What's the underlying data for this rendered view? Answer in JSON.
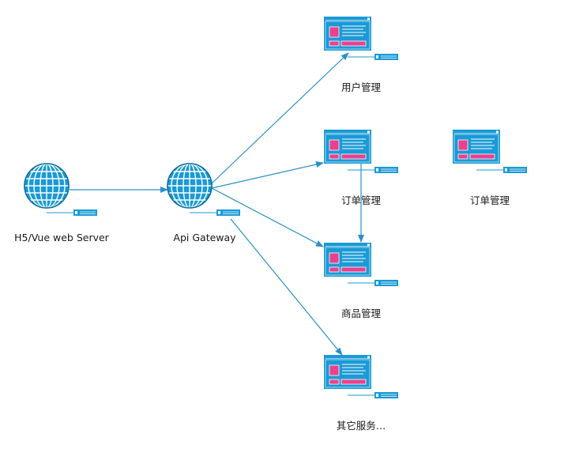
{
  "colors": {
    "primary": "#1a9ad6",
    "edge": "#2a8fc7",
    "globe_dark": "#0f6f9f",
    "accent_pink": "#e8418d",
    "line_white": "#ffffff",
    "text": "#1a1a1a"
  },
  "nodes": {
    "web_server": {
      "label": "H5/Vue web Server",
      "icon": "globe-icon"
    },
    "api_gateway": {
      "label": "Api Gateway",
      "icon": "globe-icon"
    },
    "user_mgmt": {
      "label": "用户管理",
      "icon": "web-page-icon"
    },
    "order_mgmt": {
      "label": "订单管理",
      "icon": "web-page-icon"
    },
    "order_mgmt_2": {
      "label": "订单管理",
      "icon": "web-page-icon"
    },
    "product_mgmt": {
      "label": "商品管理",
      "icon": "web-page-icon"
    },
    "other_services": {
      "label": "其它服务…",
      "icon": "web-page-icon"
    }
  },
  "edges": [
    {
      "from": "web_server",
      "to": "api_gateway"
    },
    {
      "from": "api_gateway",
      "to": "user_mgmt"
    },
    {
      "from": "api_gateway",
      "to": "order_mgmt"
    },
    {
      "from": "api_gateway",
      "to": "product_mgmt"
    },
    {
      "from": "api_gateway",
      "to": "other_services"
    },
    {
      "from": "order_mgmt",
      "to": "product_mgmt"
    }
  ]
}
